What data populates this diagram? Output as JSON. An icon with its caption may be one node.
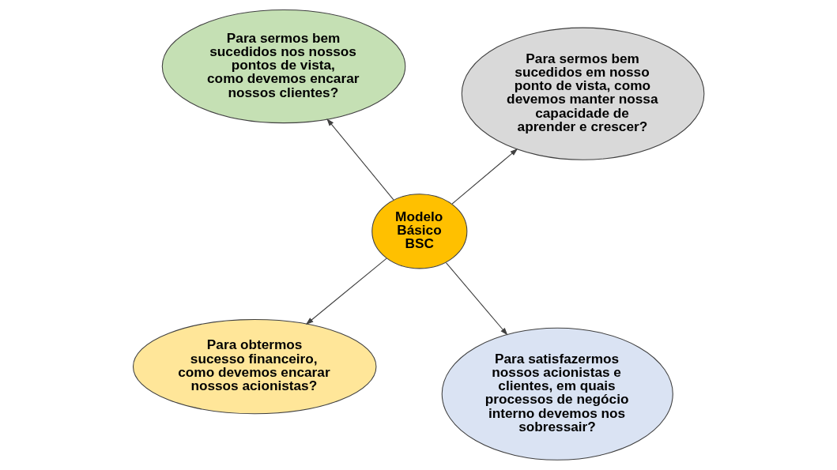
{
  "diagram": {
    "nodes": [
      {
        "text": [
          "Para obtermos sucesso financeiro, como devemos encarar nossos acionistas?"
        ]
      },
      {
        "text": [
          "Para satisfazermos nossos acionistas e clientes, em quais processos de negócio interno devemos nos sobressair?"
        ]
      },
      {
        "text": [
          "Modelo Básico BSC"
        ]
      },
      {
        "text": [
          "Para sermos bem sucedidos nos nossos pontos de vista, como devemos encarar nossos clientes?"
        ]
      },
      {
        "text": [
          "Para sermos bem sucedidos em nosso ponto de vista, como devemos manter nossa capacidade de aprender e crescer?"
        ]
      }
    ],
    "edges": [
      {
        "from": 2,
        "to": 0,
        "arrow": "to"
      },
      {
        "from": 2,
        "to": 1,
        "arrow": "to"
      },
      {
        "from": 2,
        "to": 3,
        "arrow": "to"
      },
      {
        "from": 2,
        "to": 4,
        "arrow": "to"
      }
    ]
  }
}
